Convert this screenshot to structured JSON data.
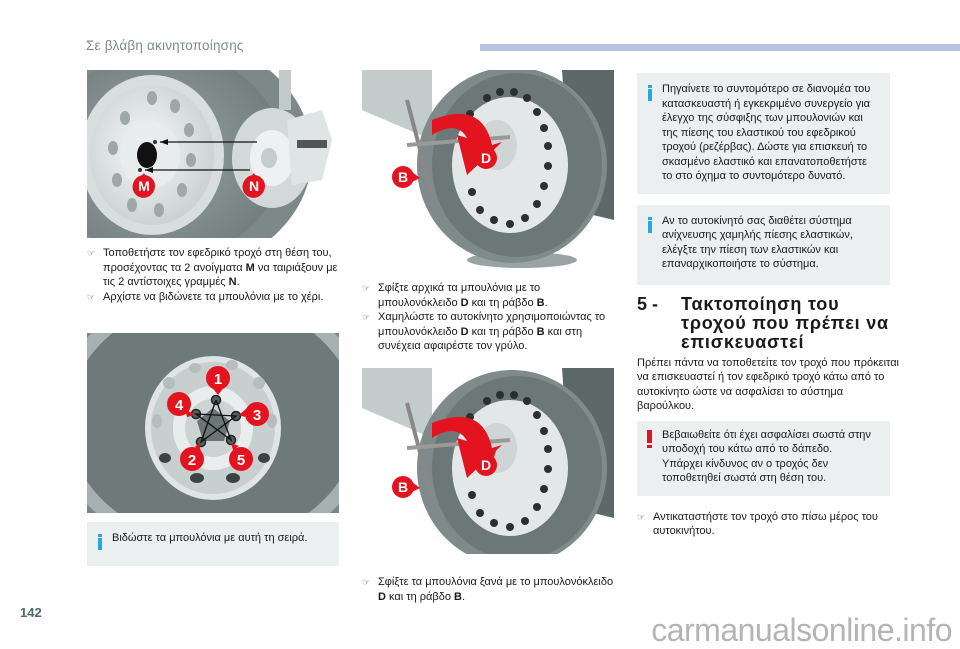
{
  "header": {
    "title": "Σε βλάβη ακινητοποίησης",
    "accent_color": "#b8c1e0"
  },
  "footer": {
    "page_number": "142",
    "watermark": "carmanualsonline.info"
  },
  "figures": {
    "fig1": {
      "labels": [
        "M",
        "N"
      ],
      "description_icon": "wheel-alignment-illustration"
    },
    "fig2": {
      "labels": [
        "1",
        "2",
        "3",
        "4",
        "5"
      ],
      "description_icon": "bolt-tightening-order-illustration"
    },
    "fig3": {
      "labels": [
        "D",
        "B"
      ],
      "description_icon": "wrench-tighten-illustration"
    },
    "fig4": {
      "labels": [
        "D",
        "B"
      ],
      "description_icon": "wrench-tighten-illustration"
    }
  },
  "column1": {
    "bullets": [
      {
        "parts": [
          "Τοποθετήστε τον εφεδρικό τροχό στη θέση του, προσέχοντας τα 2 ανοίγματα ",
          "M",
          " να ταιριάξουν με τις 2 αντίστοιχες γραμμές ",
          "N",
          "."
        ]
      },
      {
        "parts": [
          "Αρχίστε να βιδώνετε τα μπουλόνια με το χέρι."
        ]
      }
    ],
    "note": {
      "type": "info",
      "text": "Βιδώστε τα μπουλόνια με αυτή τη σειρά."
    }
  },
  "column2": {
    "bullets": [
      {
        "parts": [
          "Σφίξτε αρχικά τα μπουλόνια με το μπουλονόκλειδο ",
          "D",
          " και τη ράβδο ",
          "B",
          "."
        ]
      },
      {
        "parts": [
          "Χαμηλώστε το αυτοκίνητο χρησιμοποιώντας το μπουλονόκλειδο ",
          "D",
          " και τη ράβδο ",
          "B",
          " και στη συνέχεια αφαιρέστε τον γρύλο."
        ]
      }
    ],
    "bullets2": [
      {
        "parts": [
          "Σφίξτε τα μπουλόνια ξανά με το μπουλονόκλειδο ",
          "D",
          " και τη ράβδο ",
          "B",
          "."
        ]
      }
    ]
  },
  "column3": {
    "notes": [
      {
        "type": "info",
        "text": "Πηγαίνετε το συντομότερο σε διανομέα του κατασκευαστή ή εγκεκριμένο συνεργείο για έλεγχο της σύσφιξης των μπουλονιών και της πίεσης του ελαστικού του εφεδρικού τροχού (ρεζέρβας). Δώστε για επισκευή το σκασμένο ελαστικό και επανατοποθετήστε το στο όχημα το συντομότερο δυνατό."
      },
      {
        "type": "info",
        "text": "Αν το αυτοκίνητό σας διαθέτει σύστημα ανίχνευσης χαμηλής πίεσης ελαστικών, ελέγξτε την πίεση των ελαστικών και επαναρχικοποιήστε το σύστημα."
      }
    ],
    "section": {
      "number": "5 -",
      "title": "Τακτοποίηση του τροχού που πρέπει να επισκευαστεί"
    },
    "paragraph": "Πρέπει πάντα να τοποθετείτε τον τροχό που πρόκειται να επισκευαστεί ή τον εφεδρικό τροχό κάτω από το αυτοκίνητο ώστε να ασφαλίσει το σύστημα βαρούλκου.",
    "warning": {
      "type": "warning",
      "lines": [
        "Βεβαιωθείτε ότι έχει ασφαλίσει σωστά στην υποδοχή του κάτω από το δάπεδο.",
        "Υπάρχει κίνδυνος αν ο τροχός δεν τοποθετηθεί σωστά στη θέση του."
      ]
    },
    "bullets": [
      {
        "parts": [
          "Αντικαταστήστε τον τροχό στο πίσω μέρος του αυτοκινήτου."
        ]
      }
    ]
  },
  "colors": {
    "label_red": "#e3141f",
    "info_blue": "#27a8e0",
    "note_bg": "#ebefef"
  }
}
